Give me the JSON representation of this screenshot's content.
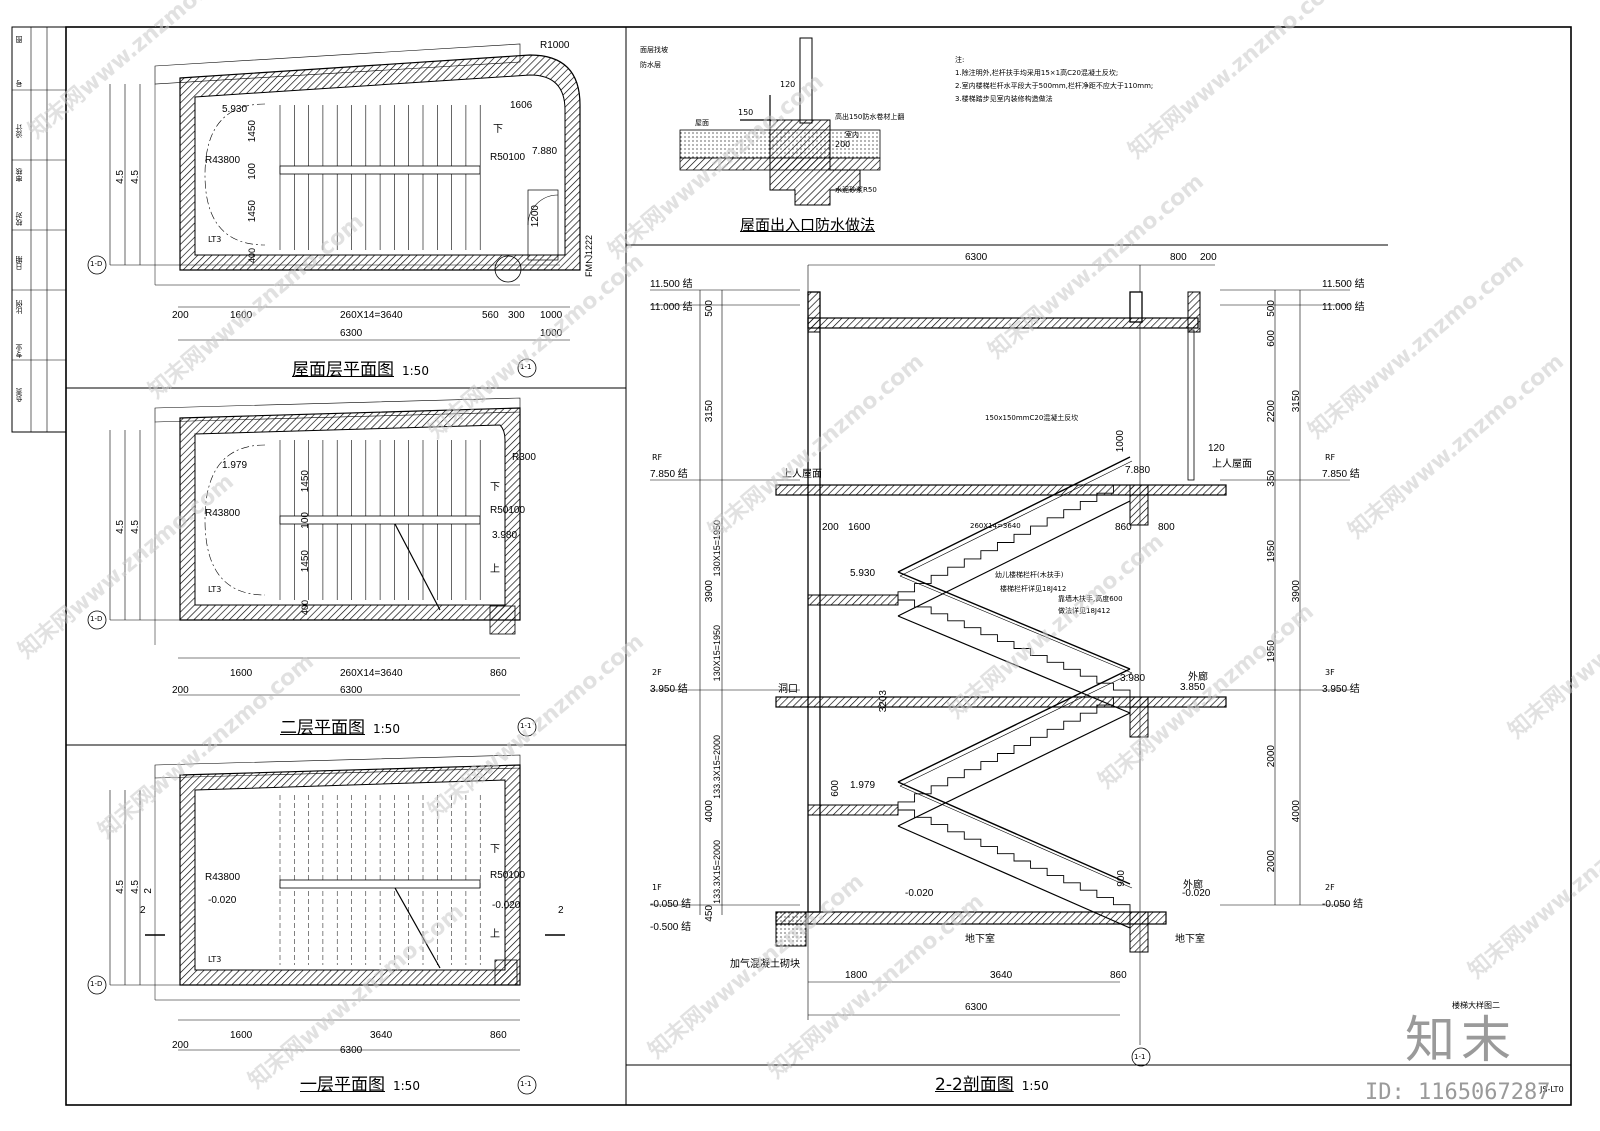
{
  "side_strip": {
    "chars": [
      "图",
      "号",
      "设计",
      "审核",
      "校对",
      "日期",
      "比例",
      "专业",
      "负责"
    ]
  },
  "plans": [
    {
      "title": "屋面层平面图",
      "scale": "1:50",
      "section_mark": "1-1",
      "axis": "1-D",
      "dims": [
        "200",
        "1600",
        "260X14=3640",
        "560",
        "300",
        "1000"
      ],
      "overall": [
        "6300",
        "1000"
      ],
      "labels": [
        "5.930",
        "R43800",
        "R50100",
        "7.880",
        "1606",
        "R1000",
        "1450",
        "100",
        "1450",
        "400",
        "1200",
        "FM乙1222",
        "LT3",
        "下"
      ],
      "leftdims": [
        "4.5",
        "4.5"
      ]
    },
    {
      "title": "二层平面图",
      "scale": "1:50",
      "section_mark": "1-1",
      "axis": "1-D",
      "dims": [
        "200",
        "1600",
        "260X14=3640",
        "860"
      ],
      "overall": [
        "6300"
      ],
      "labels": [
        "1.979",
        "R43800",
        "R50100",
        "3.980",
        "R300",
        "1450",
        "100",
        "1450",
        "400",
        "LT3",
        "下",
        "上"
      ],
      "leftdims": [
        "4.5",
        "4.5"
      ]
    },
    {
      "title": "一层平面图",
      "scale": "1:50",
      "section_mark": "1-1",
      "axis": "1-D",
      "dims": [
        "200",
        "1600",
        "3640",
        "860"
      ],
      "overall": [
        "6300"
      ],
      "labels": [
        "R43800",
        "R50100",
        "-0.020",
        "-0.020",
        "LT3",
        "下",
        "上",
        "2",
        "2"
      ],
      "leftdims": [
        "4.5",
        "4.5",
        "2"
      ]
    }
  ],
  "detail": {
    "title": "屋面出入口防水做法",
    "labels": [
      "屋面",
      "室内",
      "防水层",
      "120",
      "150",
      "200",
      "面层找坡",
      "水泥砂浆R50",
      "高出150防水卷材上翻"
    ],
    "notes": [
      "注:",
      "1.除注明外,栏杆扶手均采用15×1高C20混凝土反坎;",
      "2.室内楼梯栏杆水平段大于500mm,栏杆净距不应大于110mm;",
      "3.楼梯踏步见室内装修构造做法"
    ]
  },
  "section": {
    "title": "2-2剖面图",
    "scale": "1:50",
    "top_dims": [
      "6300",
      "800",
      "200"
    ],
    "bottom_dims": [
      "1800",
      "3640",
      "860"
    ],
    "bottom_overall": "6300",
    "axis": "1-1",
    "level_left": [
      {
        "name": "",
        "value": "11.500"
      },
      {
        "name": "",
        "value": "11.000"
      },
      {
        "name": "RF",
        "value": "7.850"
      },
      {
        "name": "2F",
        "value": "3.950"
      },
      {
        "name": "1F",
        "value": "-0.050"
      },
      {
        "name": "",
        "value": "-0.500"
      }
    ],
    "level_right": [
      {
        "name": "",
        "value": "11.500"
      },
      {
        "name": "",
        "value": "11.000"
      },
      {
        "name": "RF",
        "value": "7.850"
      },
      {
        "name": "3F",
        "value": "3.950"
      },
      {
        "name": "2F",
        "value": "-0.050"
      }
    ],
    "left_dims": [
      "500",
      "3150",
      "3900",
      "4000",
      "450"
    ],
    "left_stair_dims": [
      "130X15=1950",
      "130X15=1950",
      "133.3X15=2000",
      "133.3X15=2000"
    ],
    "right_dims": [
      "500",
      "600",
      "2200",
      "350",
      "1950",
      "1950",
      "2000",
      "2000"
    ],
    "right_totals": [
      "3150",
      "3900",
      "4000"
    ],
    "inner_labels": [
      "150x150mmC20混凝土反坎",
      "1600",
      "260X14=3640",
      "860",
      "800",
      "200",
      "5.930",
      "1.979",
      "7.880",
      "3.980",
      "3.850",
      "-0.020",
      "-0.020",
      "3203",
      "1000",
      "600",
      "900",
      "120",
      "幼儿楼梯栏杆(木扶手)",
      "楼梯栏杆详见18J412",
      "靠墙木扶手,高度600",
      "做法详见18J412",
      "上人屋面",
      "上人屋面",
      "外廊",
      "外廊",
      "地下室",
      "地下室",
      "加气混凝土砌块",
      "洞口"
    ],
    "footer": "楼梯大样图二",
    "sheet": "JS-LT0"
  },
  "watermark": {
    "text": "知末网www.znzmo.com",
    "brand": "知末",
    "id": "ID: 1165067287"
  }
}
